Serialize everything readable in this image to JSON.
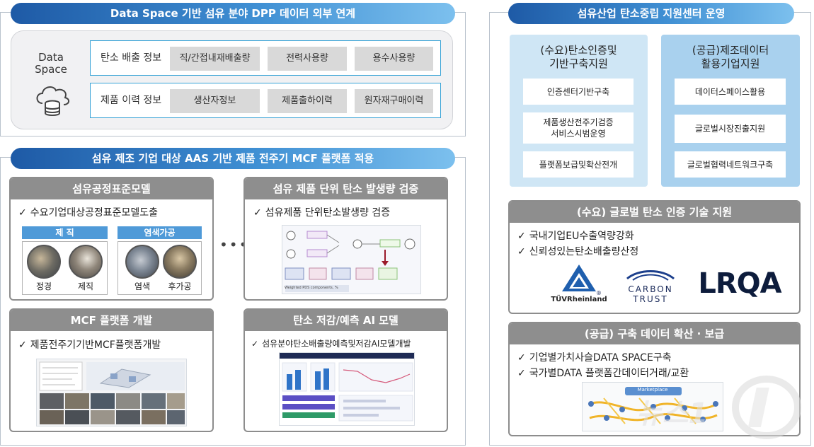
{
  "top_left": {
    "title": "Data Space 기반 섬유 분야 DPP 데이터 외부 연계",
    "data_space_label_1": "Data",
    "data_space_label_2": "Space",
    "rows": [
      {
        "label": "탄소 배출 정보",
        "chips": [
          "직/간접내재배출량",
          "전력사용량",
          "용수사용량"
        ]
      },
      {
        "label": "제품 이력 정보",
        "chips": [
          "생산자정보",
          "제품출하이력",
          "원자재구매이력"
        ]
      }
    ]
  },
  "bottom_left": {
    "title": "섬유 제조 기업 대상 AAS 기반 제품 전주기 MCF 플랫폼 적용",
    "ellipsis": "•••",
    "cards": {
      "process_model": {
        "title": "섬유공정표준모델",
        "check": "수요기업대상공정표준모델도출",
        "group_weaving": "제 직",
        "group_dyeing": "염색가공",
        "photo_labels": [
          "정경",
          "제직",
          "염색",
          "후가공"
        ]
      },
      "carbon_verify": {
        "title": "섬유 제품 단위 탄소 발생량 검증",
        "check": "섬유제품 단위탄소발생량 검증",
        "fig_caption": "Weighted PDS components, %"
      },
      "mcf_platform": {
        "title": "MCF 플랫폼 개발",
        "check": "제품전주기기반MCF플랫폼개발"
      },
      "ai_model": {
        "title": "탄소 저감/예측 AI 모델",
        "check": "섬유분야탄소배출량예측및저감AI모델개발"
      }
    }
  },
  "right": {
    "title": "섬유산업 탄소중립 지원센터 운영",
    "demand_col": {
      "title_1": "(수요)탄소인증및",
      "title_2": "기반구축지원",
      "items": [
        "인증센터기반구축",
        "제품생산전주기검증\n서비스시범운영",
        "플랫폼보급및확산전개"
      ]
    },
    "supply_col": {
      "title_1": "(공급)제조데이터",
      "title_2": "활용기업지원",
      "items": [
        "데이터스페이스활용",
        "글로벌시장진출지원",
        "글로벌협력네트워크구축"
      ]
    },
    "global_cert": {
      "title": "(수요) 글로벌 탄소 인증 기술 지원",
      "checks": [
        "국내기업EU수출역량강화",
        "신뢰성있는탄소배출량산정"
      ],
      "logos": {
        "tuv": "TÜVRheinland",
        "tuv_mark": "®",
        "carbon_1": "CARBON",
        "carbon_2": "TRUST",
        "lrqa": "LRQA"
      }
    },
    "data_spread": {
      "title": "(공급) 구축 데이터 확산 · 보급",
      "checks": [
        "기업별가치사슬DATA SPACE구축",
        "국가별DATA 플랫폼간데이터거래/교환"
      ],
      "fig_label": "Marketplace"
    }
  },
  "watermark": {
    "text": "뉴스1"
  },
  "colors": {
    "accent_blue": "#2a6fbf",
    "light_blue": "#cfe6f5",
    "mid_blue": "#a9d1ee",
    "gray_head": "#8e8e8e"
  }
}
